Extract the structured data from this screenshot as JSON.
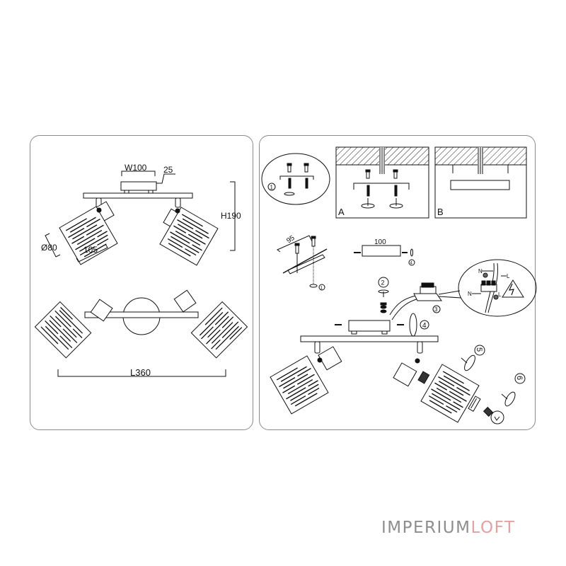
{
  "diagram": {
    "title": "Spot light fixture — dimensions and installation",
    "colors": {
      "line": "#111111",
      "panel_border": "#8a8a8a",
      "logo_primary": "#8e8e8e",
      "logo_accent": "#e0a2a2"
    }
  },
  "dimensions_panel": {
    "width_label": "W100",
    "depth_label": "25",
    "height_label": "H190",
    "shade_diameter_label": "Ø80",
    "shade_length_label": "105",
    "length_label": "L360"
  },
  "installation_panel": {
    "step_1_marker": "1",
    "variant_a_label": "A",
    "variant_b_label": "B",
    "bracket_hole_spacing": "95",
    "canopy_length": "100",
    "step_1_inline": "1",
    "step_2": "2",
    "step_3": "3",
    "step_4_small": "4",
    "step_4": "4",
    "step_5": "5",
    "step_6": "6",
    "wire_neutral_top": "N",
    "wire_live_top": "L",
    "wire_neutral_bottom": "N",
    "wire_live_bottom": "L",
    "warning_icon": "electrical-hazard"
  },
  "branding": {
    "logo_part_1": "IMPERIUM",
    "logo_part_2": "LOFT"
  }
}
